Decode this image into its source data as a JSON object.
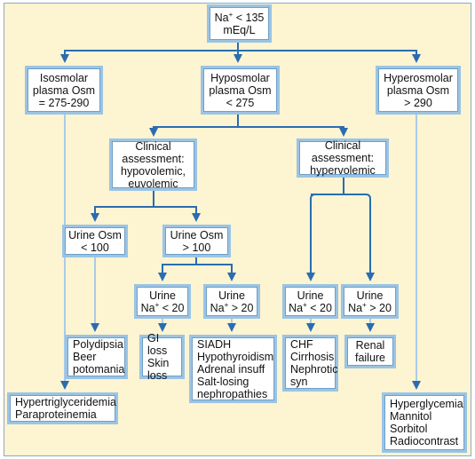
{
  "diagram": {
    "colors": {
      "background": "#fdf4d2",
      "node_fill": "#ffffff",
      "node_border": "#9bc4e4",
      "arrow_dark": "#2b6cb0",
      "arrow_light": "#a9cce8"
    },
    "nodes": {
      "root": {
        "pre": "Na",
        "sup": "+",
        "post": " < 135\nmEq/L"
      },
      "isosmolar": "Isosmolar\nplasma Osm\n= 275-290",
      "hyposmolar": "Hyposmolar\nplasma Osm\n< 275",
      "hyperosmolar": "Hyperosmolar\nplasma Osm\n> 290",
      "clinical_hypo": "Clinical\nassessment:\nhypovolemic,\neuvolemic",
      "clinical_hyper": "Clinical\nassessment:\nhypervolemic",
      "urine_osm_lt": "Urine Osm\n< 100",
      "urine_osm_gt": "Urine Osm\n> 100",
      "urine_na_lt_a": {
        "pre": "Urine\nNa",
        "sup": "+",
        "post": " < 20"
      },
      "urine_na_gt_a": {
        "pre": "Urine\nNa",
        "sup": "+",
        "post": " > 20"
      },
      "urine_na_lt_b": {
        "pre": "Urine\nNa",
        "sup": "+",
        "post": " < 20"
      },
      "urine_na_gt_b": {
        "pre": "Urine\nNa",
        "sup": "+",
        "post": " > 20"
      },
      "polydipsia": "Polydipsia\nBeer\n   potomania",
      "gi_loss": "GI loss\nSkin\n   loss",
      "siadh": "SIADH\nHypothyroidism\nAdrenal insuff\nSalt-losing\n   nephropathies",
      "chf": "CHF\nCirrhosis\nNephrotic\n   syn",
      "renal": "Renal\nfailure",
      "hypertrig": "Hypertriglyceridemia\nParaproteinemia",
      "hyperglycemia": "Hyperglycemia\nMannitol\nSorbitol\nRadiocontrast"
    }
  }
}
